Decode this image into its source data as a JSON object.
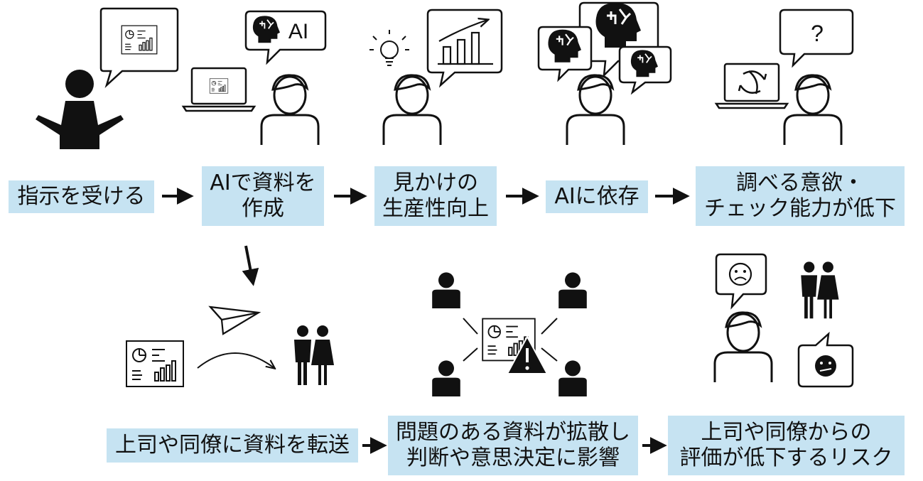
{
  "top_flow": {
    "step1": "指示を受ける",
    "step2": "AIで資料を\n作成",
    "step3": "見かけの\n生産性向上",
    "step4": "AIに依存",
    "step5": "調べる意欲・\nチェック能力が低下"
  },
  "bottom_flow": {
    "step6": "上司や同僚に資料を転送",
    "step7": "問題のある資料が拡散し\n判断や意思決定に影響",
    "step8": "上司や同僚からの\n評価が低下するリスク"
  },
  "icons": {
    "ai_bubble_label": "AI",
    "question_mark": "?"
  },
  "colors": {
    "box_fill": "#c6e3f2",
    "ink": "#111111"
  }
}
